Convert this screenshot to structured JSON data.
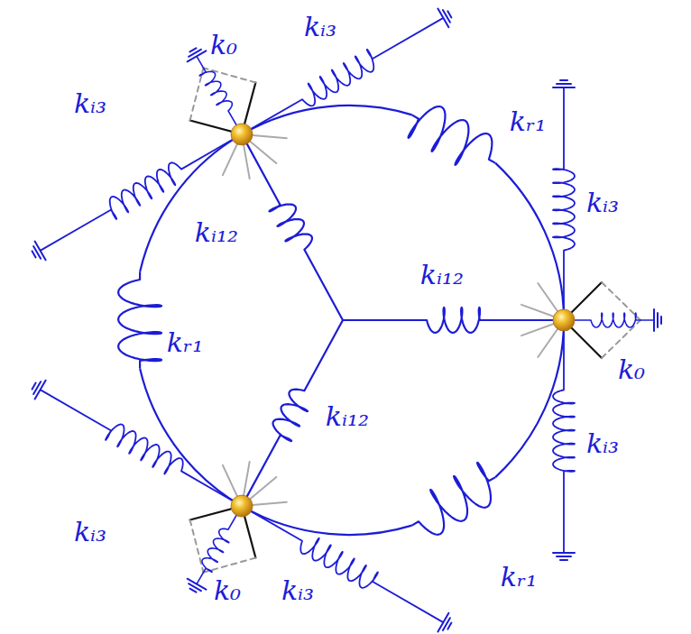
{
  "diagram": {
    "labels": [
      "kᵢ₃",
      "k₀",
      "kᵢ₃",
      "kᵣ₁",
      "kᵢ₃",
      "kᵢ₁₂",
      "kᵢ₁₂",
      "kᵣ₁",
      "k₀",
      "kᵢ₁₂",
      "kᵢ₃",
      "kᵢ₃",
      "k₀",
      "kᵢ₃",
      "kᵣ₁"
    ]
  }
}
